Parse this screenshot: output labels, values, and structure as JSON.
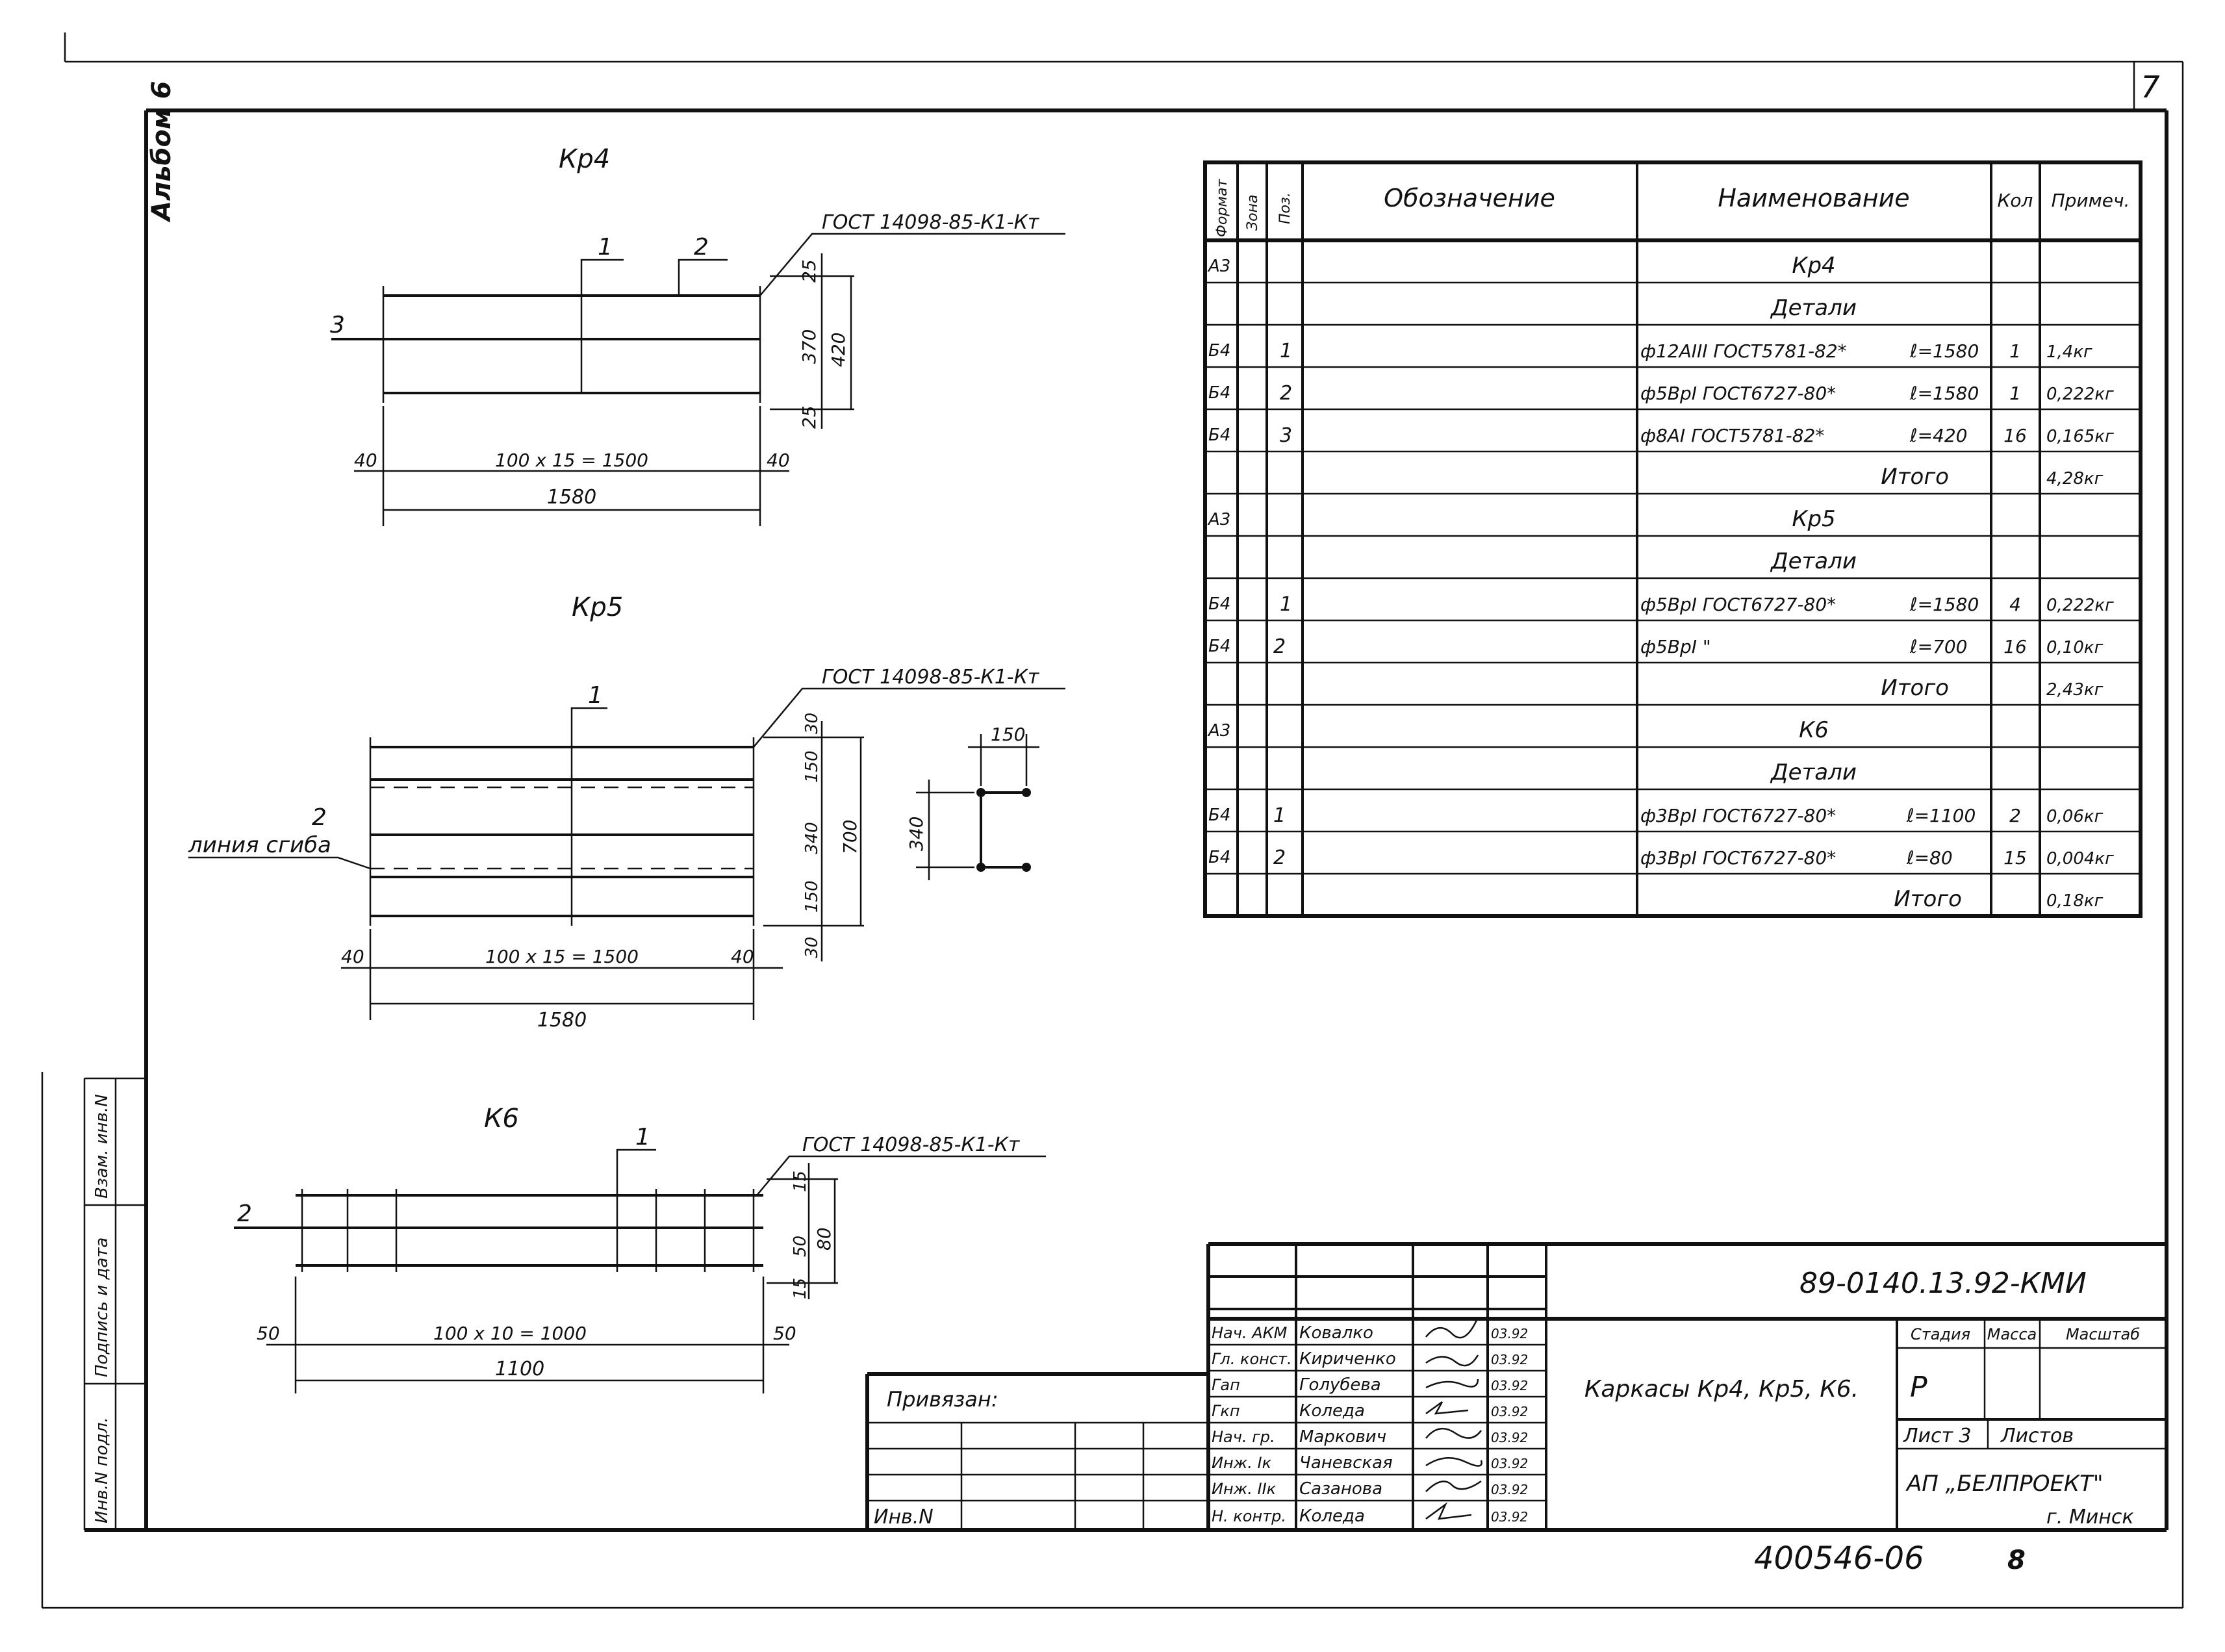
{
  "page_number": "7",
  "album_label": "Альбом 6",
  "frame_side_labels": [
    "Инв.N подл.",
    "Подпись и дата",
    "Взам. инв.N"
  ],
  "drawings": {
    "kr4": {
      "title": "Кр4",
      "gost": "ГОСТ 14098-85-К1-Кт",
      "pos1": "1",
      "pos2": "2",
      "pos3": "3",
      "dim_25a": "25",
      "dim_370": "370",
      "dim_420": "420",
      "dim_25b": "25",
      "dim_40a": "40",
      "dim_spacing": "100 х 15 = 1500",
      "dim_40b": "40",
      "dim_total": "1580"
    },
    "kr5": {
      "title": "Кр5",
      "gost": "ГОСТ 14098-85-К1-Кт",
      "pos1": "1",
      "pos2": "2",
      "bend_line": "линия сгиба",
      "dim_30a": "30",
      "dim_150a": "150",
      "dim_340": "340",
      "dim_150b": "150",
      "dim_30b": "30",
      "dim_700": "700",
      "dim_40a": "40",
      "dim_spacing": "100 х 15 = 1500",
      "dim_40b": "40",
      "dim_total": "1580",
      "section_150": "150",
      "section_340": "340"
    },
    "k6": {
      "title": "К6",
      "gost": "ГОСТ 14098-85-К1-Кт",
      "pos1": "1",
      "pos2": "2",
      "dim_15a": "15",
      "dim_50": "50",
      "dim_80": "80",
      "dim_15b": "15",
      "dim_50a": "50",
      "dim_spacing": "100 х 10 = 1000",
      "dim_50b": "50",
      "dim_total": "1100"
    }
  },
  "spec_table": {
    "headers": {
      "format": "Формат",
      "zone": "Зона",
      "pos": "Поз.",
      "designation": "Обозначение",
      "name": "Наименование",
      "qty": "Кол",
      "note": "Примеч."
    },
    "rows": [
      {
        "format": "А3",
        "zone": "",
        "pos": "",
        "name": "Кр4",
        "length": "",
        "qty": "",
        "note": ""
      },
      {
        "format": "",
        "zone": "",
        "pos": "",
        "name": "Детали",
        "length": "",
        "qty": "",
        "note": ""
      },
      {
        "format": "Б4",
        "zone": "",
        "pos": "1",
        "name": "ф12АIII ГОСТ5781-82*",
        "length": "ℓ=1580",
        "qty": "1",
        "note": "1,4кг"
      },
      {
        "format": "Б4",
        "zone": "",
        "pos": "2",
        "name": "ф5ВрI ГОСТ6727-80*",
        "length": "ℓ=1580",
        "qty": "1",
        "note": "0,222кг"
      },
      {
        "format": "Б4",
        "zone": "",
        "pos": "3",
        "name": "ф8АI ГОСТ5781-82*",
        "length": "ℓ=420",
        "qty": "16",
        "note": "0,165кг"
      },
      {
        "format": "",
        "zone": "",
        "pos": "",
        "name": "Итого",
        "length": "",
        "qty": "",
        "note": "4,28кг"
      },
      {
        "format": "А3",
        "zone": "",
        "pos": "",
        "name": "Кр5",
        "length": "",
        "qty": "",
        "note": ""
      },
      {
        "format": "",
        "zone": "",
        "pos": "",
        "name": "Детали",
        "length": "",
        "qty": "",
        "note": ""
      },
      {
        "format": "Б4",
        "zone": "",
        "pos": "1",
        "name": "ф5ВрI ГОСТ6727-80*",
        "length": "ℓ=1580",
        "qty": "4",
        "note": "0,222кг"
      },
      {
        "format": "Б4",
        "zone": "",
        "pos": "2",
        "name": "ф5ВрI  \"",
        "length": "ℓ=700",
        "qty": "16",
        "note": "0,10кг"
      },
      {
        "format": "",
        "zone": "",
        "pos": "",
        "name": "Итого",
        "length": "",
        "qty": "",
        "note": "2,43кг"
      },
      {
        "format": "А3",
        "zone": "",
        "pos": "",
        "name": "К6",
        "length": "",
        "qty": "",
        "note": ""
      },
      {
        "format": "",
        "zone": "",
        "pos": "",
        "name": "Детали",
        "length": "",
        "qty": "",
        "note": ""
      },
      {
        "format": "Б4",
        "zone": "",
        "pos": "1",
        "name": "ф3ВрI ГОСТ6727-80*",
        "length": "ℓ=1100",
        "qty": "2",
        "note": "0,06кг"
      },
      {
        "format": "Б4",
        "zone": "",
        "pos": "2",
        "name": "ф3ВрI ГОСТ6727-80*",
        "length": "ℓ=80",
        "qty": "15",
        "note": "0,004кг"
      },
      {
        "format": "",
        "zone": "",
        "pos": "",
        "name": "Итого",
        "length": "",
        "qty": "",
        "note": "0,18кг"
      }
    ]
  },
  "title_block": {
    "doc_code": "89-0140.13.92-КМИ",
    "title": "Каркасы Кр4, Кр5, К6.",
    "stage_header": "Стадия",
    "mass_header": "Масса",
    "scale_header": "Масштаб",
    "stage": "Р",
    "sheet_label": "Лист 3",
    "sheets_label": "Листов",
    "org": "АП „БЕЛПРОЕКТ\"",
    "city": "г. Минск",
    "binding": "Привязан:",
    "inv_no": "Инв.N",
    "signers": [
      {
        "role": "Нач. АКМ",
        "name": "Ковалко",
        "date": "03.92"
      },
      {
        "role": "Гл. конст.",
        "name": "Кириченко",
        "date": "03.92"
      },
      {
        "role": "Гап",
        "name": "Голубева",
        "date": "03.92"
      },
      {
        "role": "Гкп",
        "name": "Коледа",
        "date": "03.92"
      },
      {
        "role": "Нач. гр.",
        "name": "Маркович",
        "date": "03.92"
      },
      {
        "role": "Инж. Iк",
        "name": "Чаневская",
        "date": "03.92"
      },
      {
        "role": "Инж. IIк",
        "name": "Сазанова",
        "date": "03.92"
      },
      {
        "role": "Н. контр.",
        "name": "Коледа",
        "date": "03.92"
      }
    ]
  },
  "footer": {
    "inventory": "400546-06",
    "sheet_no": "8"
  }
}
